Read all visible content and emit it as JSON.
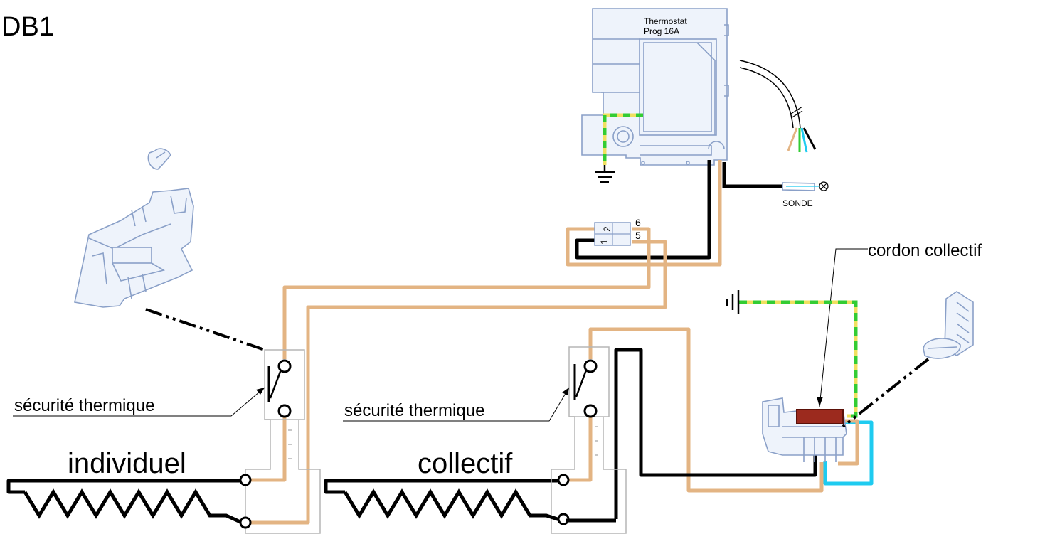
{
  "title": "DB1",
  "thermostat": {
    "line1": "Thermostat",
    "line2": "Prog 16A"
  },
  "sonde": "SONDE",
  "connector": {
    "pin_a": "1",
    "pin_b": "2",
    "terminal_top": "6",
    "terminal_bottom": "5"
  },
  "cordon_label": "cordon collectif",
  "securite_left": "sécurité thermique",
  "securite_right": "sécurité thermique",
  "individuel": "individuel",
  "collectif": "collectif",
  "colors": {
    "phase": "#e3b483",
    "neutral": "#000000",
    "earth_green": "#33cc33",
    "earth_yellow": "#f0e060",
    "blue": "#1ecbf0",
    "cordon": "#8b1a1a",
    "part_outline": "#8aa0c8"
  }
}
